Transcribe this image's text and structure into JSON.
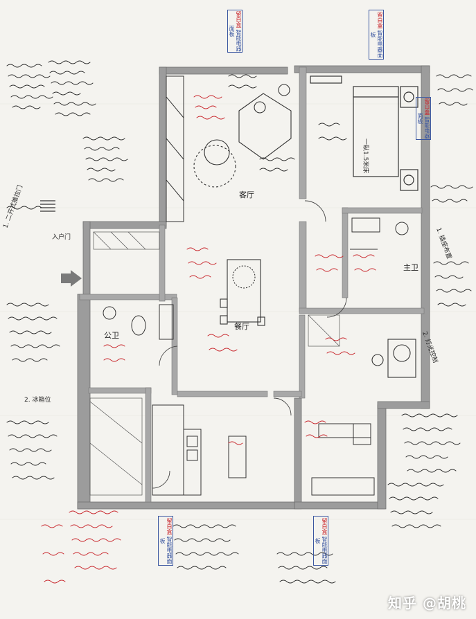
{
  "rooms": {
    "living": "客厅",
    "dining": "餐厅",
    "master_bath": "主卫",
    "guest_bath": "公卫"
  },
  "stamps": [
    {
      "line1": "留白盒",
      "line2": "智能电器面板"
    },
    {
      "line1": "留白盒",
      "line2": "智能电器面板"
    },
    {
      "line1": "留白盒",
      "line2": "智能电器面板"
    },
    {
      "line1": "留白盒",
      "line2": "智能电器面板"
    },
    {
      "line1": "留白盒",
      "line2": "智能电器面板"
    }
  ],
  "annotations": {
    "entrance_arrow": "入户门",
    "bed_label": "一臥1.5米床",
    "left_list_1": "1. 二开式推拉门",
    "left_list_2": "2. 冰箱位",
    "right_list_1": "1. 插座布置",
    "right_list_2": "2. 灯光控制"
  },
  "watermark": "知乎 @胡桃",
  "colors": {
    "wall": "#9c9c9c",
    "wall_edge": "#6f6f6f",
    "note_black": "#2a2a2a",
    "note_red": "#c8242a",
    "stamp_red": "#c8242a",
    "stamp_blue": "#3a56a0",
    "paper": "#f4f3ef"
  }
}
